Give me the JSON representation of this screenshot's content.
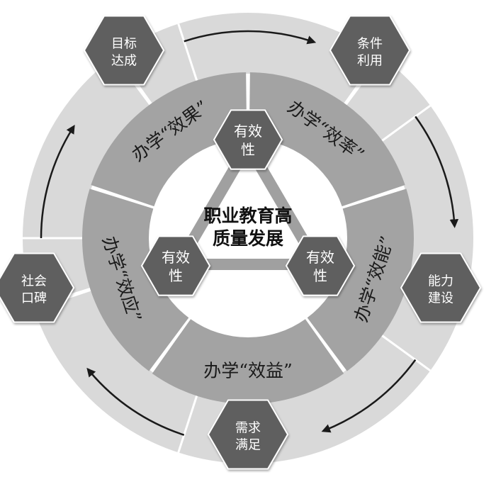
{
  "center_title": [
    "职业教育高",
    "质量发展"
  ],
  "core_hexagons": [
    {
      "lines": [
        "有效",
        "性"
      ]
    },
    {
      "lines": [
        "有效",
        "性"
      ]
    },
    {
      "lines": [
        "有效",
        "性"
      ]
    }
  ],
  "ring_segments": [
    {
      "label": "办学“效果”"
    },
    {
      "label": "办学“效率”"
    },
    {
      "label": "办学“效能”"
    },
    {
      "label": "办学“效益”"
    },
    {
      "label": "办学“效应”"
    }
  ],
  "outer_hexagons": [
    {
      "lines": [
        "目标",
        "达成"
      ]
    },
    {
      "lines": [
        "条件",
        "利用"
      ]
    },
    {
      "lines": [
        "能力",
        "建设"
      ]
    },
    {
      "lines": [
        "需求",
        "满足"
      ]
    },
    {
      "lines": [
        "社会",
        "口碑"
      ]
    }
  ],
  "colors": {
    "outer_ring": "#d9d9d9",
    "inner_ring": "#a3a3a3",
    "hexagon": "#5e5e5e",
    "triangle": "#a0a0a0",
    "arrow": "#1a1a1a"
  }
}
